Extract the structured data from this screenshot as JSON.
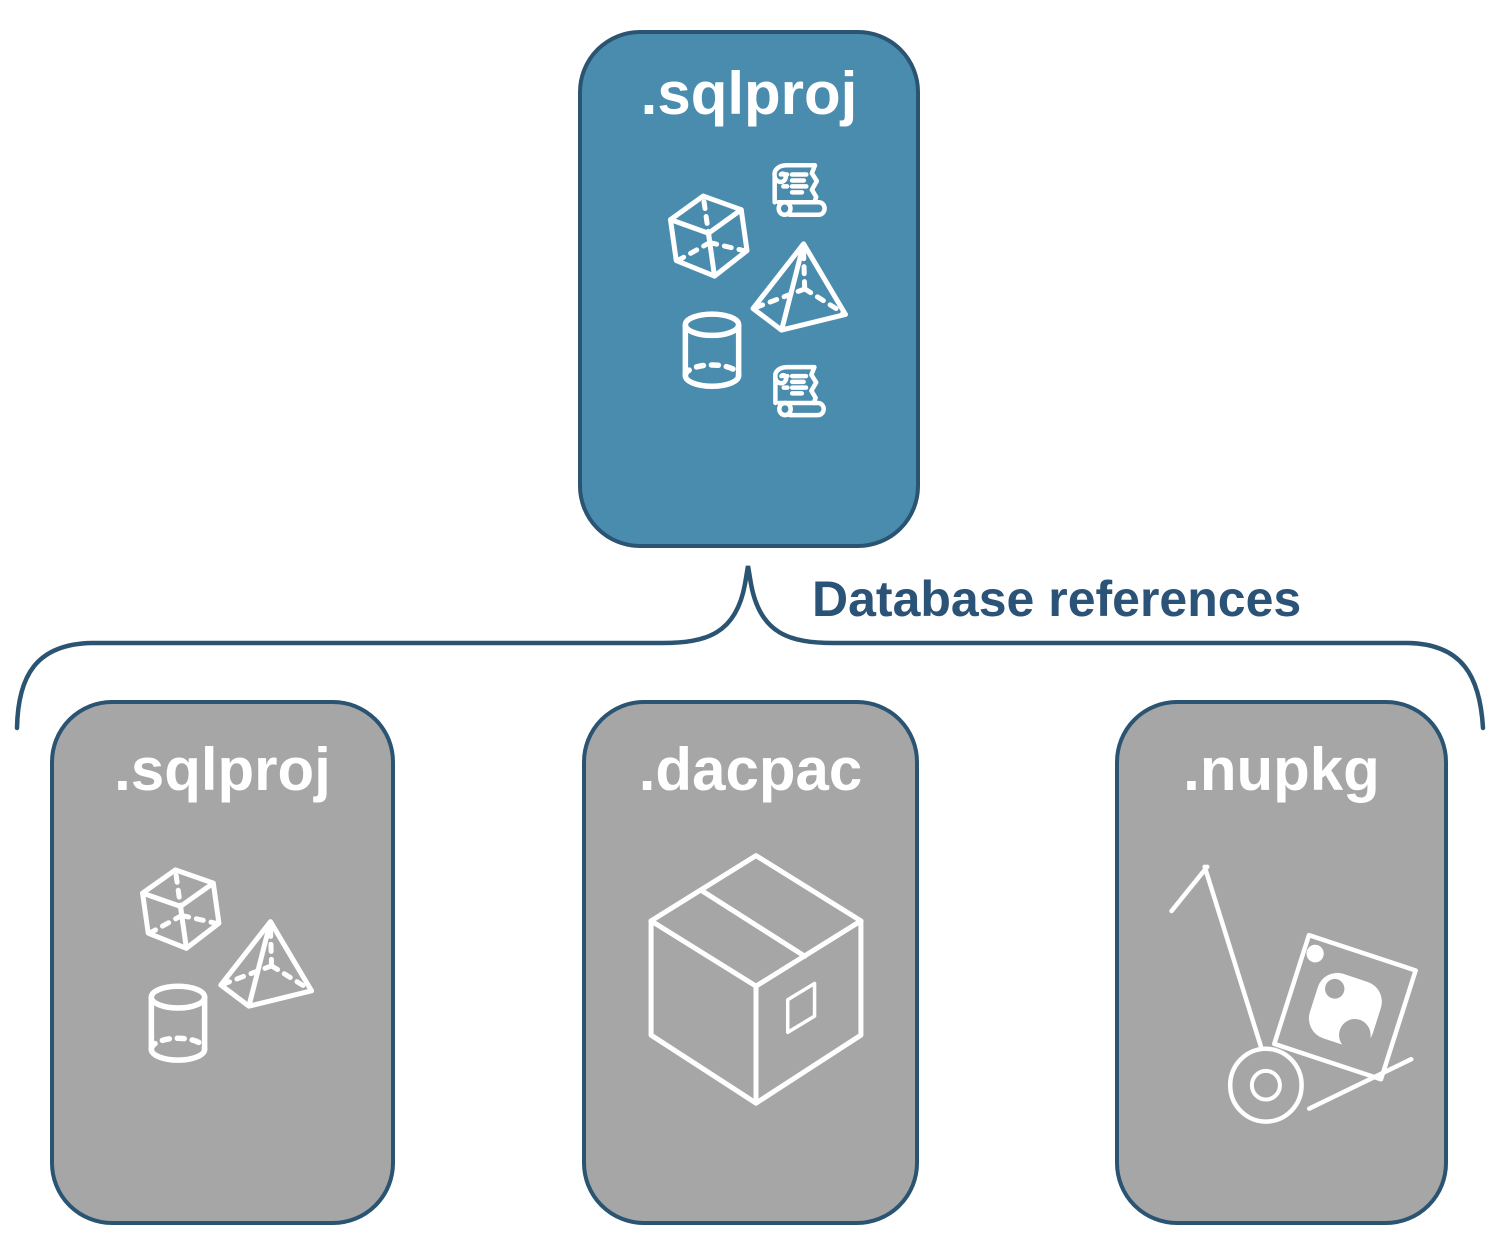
{
  "connector": {
    "label": "Database references"
  },
  "root_node": {
    "label": ".sqlproj",
    "icons": [
      "scroll-icon",
      "cube-icon",
      "pyramid-icon",
      "cylinder-icon",
      "scroll-icon"
    ]
  },
  "child_nodes": [
    {
      "label": ".sqlproj",
      "icons": [
        "cube-icon",
        "pyramid-icon",
        "cylinder-icon"
      ]
    },
    {
      "label": ".dacpac",
      "icons": [
        "package-box-icon"
      ]
    },
    {
      "label": ".nupkg",
      "icons": [
        "hand-truck-icon",
        "nuget-package-icon"
      ]
    }
  ],
  "colors": {
    "root_fill": "#4A8CAD",
    "child_fill": "#A6A6A6",
    "outline": "#2A5472",
    "connector_text": "#2B5377",
    "label_text": "#FFFFFF"
  }
}
